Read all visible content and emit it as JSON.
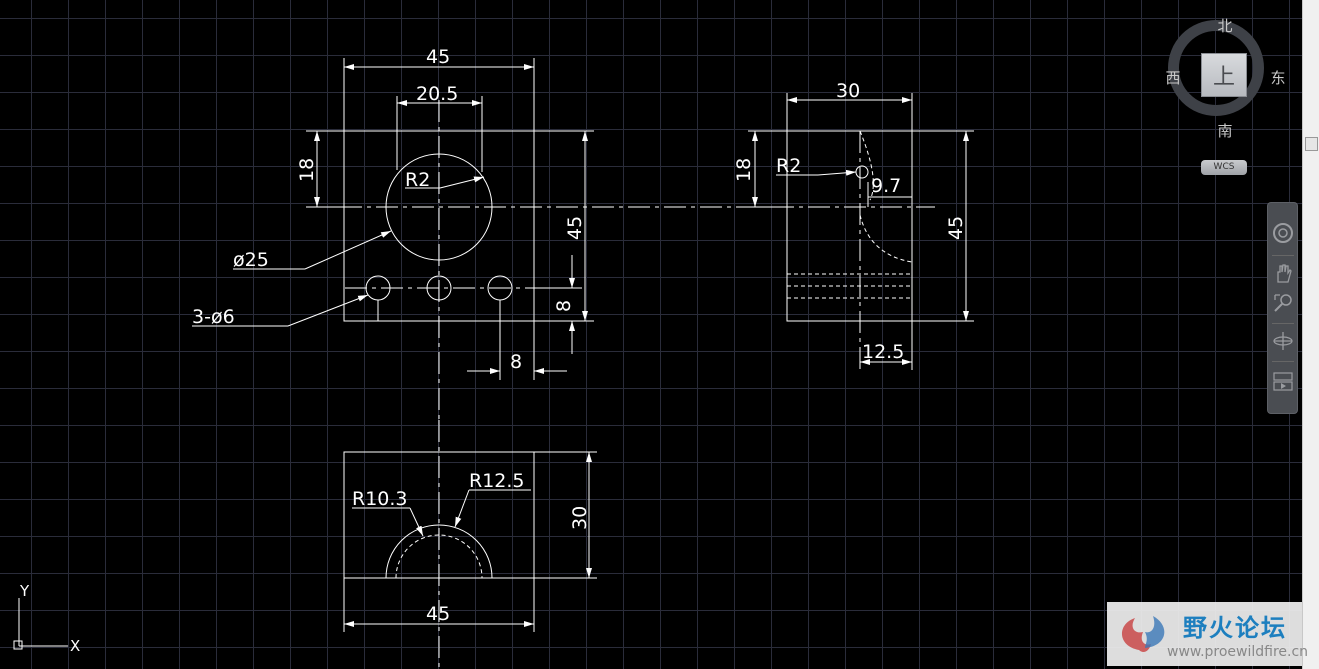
{
  "drawing": {
    "dims": {
      "top_width": "45",
      "top_bore_width": "20.5",
      "top_left_height": "18",
      "top_radius": "R2",
      "top_right_height": "45",
      "big_hole": "ø25",
      "small_holes": "3-ø6",
      "bottom_offset": "8",
      "hole_pitch": "8",
      "side_width": "30",
      "side_left_height": "18",
      "side_radius": "R2",
      "side_depth": "9.7",
      "side_right_height": "45",
      "side_bottom_width": "12.5",
      "front_inner_radius": "R10.3",
      "front_outer_radius": "R12.5",
      "front_height": "30",
      "front_width": "45"
    }
  },
  "viewcube": {
    "north": "北",
    "south": "南",
    "west": "西",
    "east": "东",
    "face": "上",
    "wcs": "WCS"
  },
  "ucs": {
    "x": "X",
    "y": "Y"
  },
  "watermark": {
    "title": "野火论坛",
    "url": "www.proewildfire.cn"
  },
  "colors": {
    "background": "#000000",
    "grid": "#2a2c3a",
    "lines": "#ffffff",
    "watermark_blue": "#1d7fbf"
  }
}
